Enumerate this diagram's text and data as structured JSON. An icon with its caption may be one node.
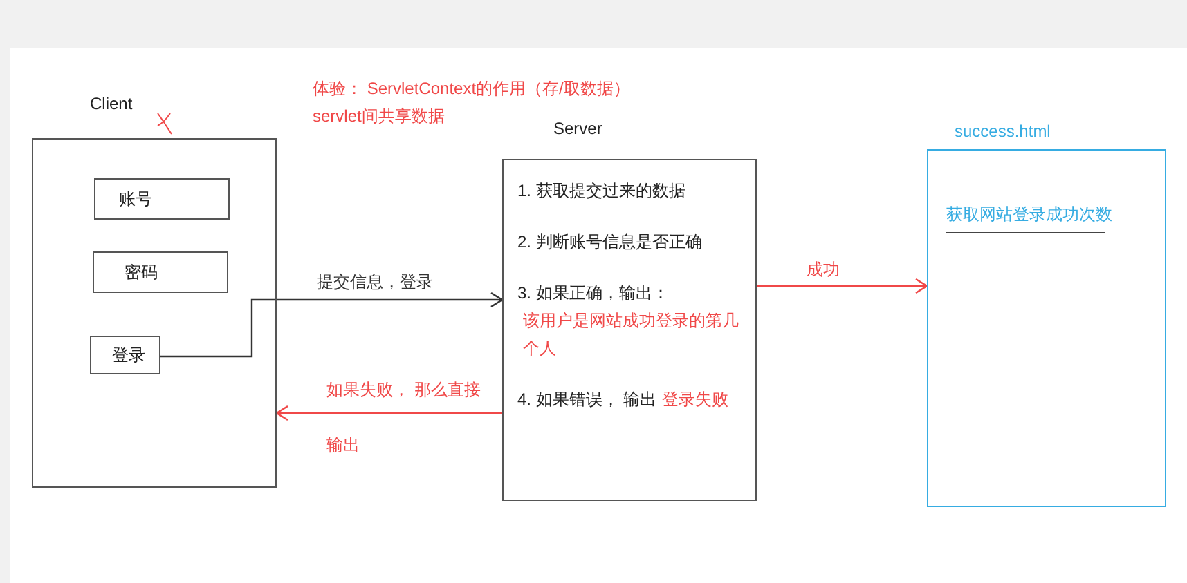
{
  "diagram": {
    "nodes": [
      {
        "text": [
          "Client"
        ]
      },
      {
        "text": [
          "账号"
        ],
        "in": 0
      },
      {
        "text": [
          "密码"
        ],
        "in": 0
      },
      {
        "text": [
          "登录"
        ],
        "in": 0
      },
      {
        "text": [
          "Server",
          "1. 获取提交过来的数据",
          "2. 判断账号信息是否正确",
          "3. 如果正确，输出：",
          "该用户是网站成功登录的第几个人",
          "4. 如果错误， 输出",
          "登录失败"
        ]
      },
      {
        "text": [
          "success.html",
          "获取网站登录成功次数"
        ]
      }
    ],
    "edges": [
      {
        "from": 3,
        "to": 4,
        "arrow": "to",
        "label": "提交信息，登录",
        "color": "#333333"
      },
      {
        "from": 4,
        "to": 0,
        "arrow": "to",
        "label": "如果失败， 那么直接输出",
        "color": "#f04848"
      },
      {
        "from": 4,
        "to": 5,
        "arrow": "to",
        "label": "成功",
        "color": "#f04848"
      }
    ],
    "labels": [
      "体验： ServletContext的作用（存/取数据）",
      "servlet间共享数据"
    ]
  }
}
